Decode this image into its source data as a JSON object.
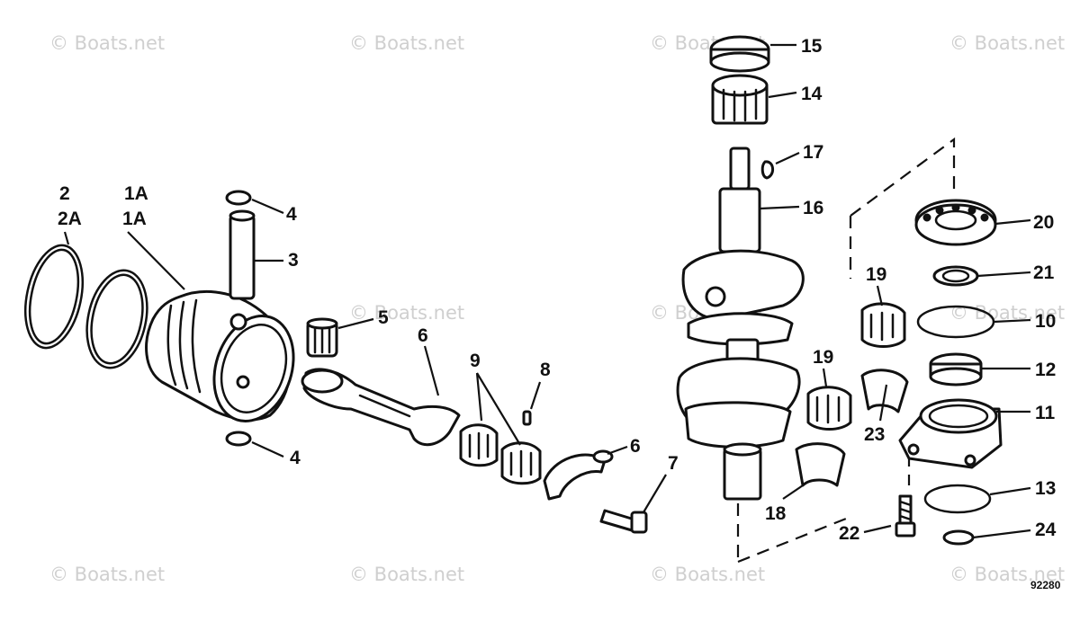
{
  "watermark_text": "© Boats.net",
  "diagram_code": "92280",
  "callouts": [
    {
      "id": "l1",
      "text": "1"
    },
    {
      "id": "l1a",
      "text": "1A"
    },
    {
      "id": "l2",
      "text": "2"
    },
    {
      "id": "l2a",
      "text": "2A"
    },
    {
      "id": "l3",
      "text": "3"
    },
    {
      "id": "l4a",
      "text": "4"
    },
    {
      "id": "l4b",
      "text": "4"
    },
    {
      "id": "l5",
      "text": "5"
    },
    {
      "id": "l6a",
      "text": "6"
    },
    {
      "id": "l6b",
      "text": "6"
    },
    {
      "id": "l7",
      "text": "7"
    },
    {
      "id": "l8",
      "text": "8"
    },
    {
      "id": "l9",
      "text": "9"
    },
    {
      "id": "l10",
      "text": "10"
    },
    {
      "id": "l11",
      "text": "11"
    },
    {
      "id": "l12",
      "text": "12"
    },
    {
      "id": "l13",
      "text": "13"
    },
    {
      "id": "l14",
      "text": "14"
    },
    {
      "id": "l15",
      "text": "15"
    },
    {
      "id": "l16",
      "text": "16"
    },
    {
      "id": "l17",
      "text": "17"
    },
    {
      "id": "l18",
      "text": "18"
    },
    {
      "id": "l19a",
      "text": "19"
    },
    {
      "id": "l19b",
      "text": "19"
    },
    {
      "id": "l20",
      "text": "20"
    },
    {
      "id": "l21",
      "text": "21"
    },
    {
      "id": "l22",
      "text": "22"
    },
    {
      "id": "l23",
      "text": "23"
    },
    {
      "id": "l24",
      "text": "24"
    }
  ]
}
